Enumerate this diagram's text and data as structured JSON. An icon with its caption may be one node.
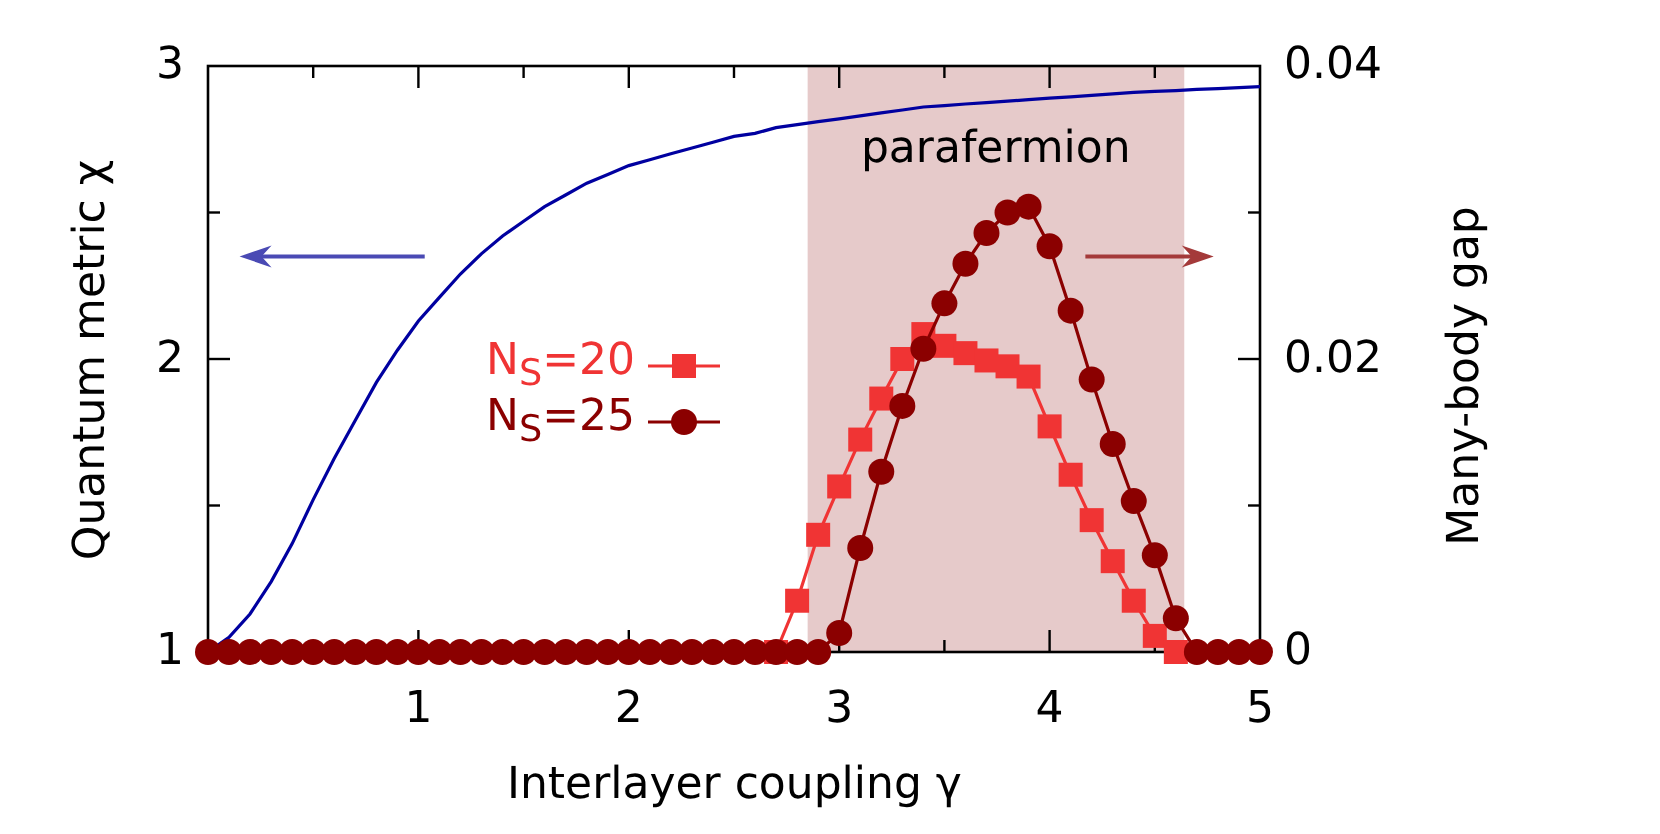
{
  "diagram": {
    "chart_data": {
      "type": "line",
      "xlabel": "Interlayer coupling γ",
      "ylabel": "Quantum metric χ",
      "y2label": "Many-body gap",
      "xlim": [
        0,
        5
      ],
      "ylim": [
        1,
        3
      ],
      "y2lim": [
        0,
        0.04
      ],
      "xticks": [
        1,
        2,
        3,
        4,
        5
      ],
      "yticks": [
        1,
        2,
        3
      ],
      "y2ticks": [
        0,
        0.02,
        0.04
      ],
      "x": [
        0,
        0.1,
        0.2,
        0.3,
        0.4,
        0.5,
        0.6,
        0.7,
        0.8,
        0.9,
        1,
        1.1,
        1.2,
        1.3,
        1.4,
        1.5,
        1.6,
        1.7,
        1.8,
        1.9,
        2,
        2.1,
        2.2,
        2.3,
        2.4,
        2.5,
        2.6,
        2.7,
        2.8,
        2.9,
        3,
        3.1,
        3.2,
        3.3,
        3.4,
        3.5,
        3.6,
        3.7,
        3.8,
        3.9,
        4,
        4.1,
        4.2,
        4.3,
        4.4,
        4.5,
        4.6,
        4.7,
        4.8,
        4.9,
        5
      ],
      "series": [
        {
          "color": "#0000a0",
          "marker": "none",
          "values": [
            1,
            1.05,
            1.13,
            1.24,
            1.37,
            1.52,
            1.66,
            1.79,
            1.92,
            2.03,
            2.13,
            2.21,
            2.29,
            2.36,
            2.42,
            2.47,
            2.52,
            2.56,
            2.6,
            2.63,
            2.66,
            2.68,
            2.7,
            2.72,
            2.74,
            2.76,
            2.77,
            2.79,
            2.8,
            2.81,
            2.82,
            2.83,
            2.84,
            2.85,
            2.86,
            2.865,
            2.87,
            2.875,
            2.88,
            2.885,
            2.89,
            2.895,
            2.9,
            2.905,
            2.91,
            2.913,
            2.916,
            2.92,
            2.923,
            2.926,
            2.93
          ]
        },
        {
          "name": "N$_{S}$=20",
          "color": "#f03434",
          "axis": "y2",
          "marker": "square",
          "values": [
            null,
            null,
            null,
            null,
            null,
            null,
            null,
            null,
            null,
            null,
            null,
            null,
            null,
            null,
            null,
            null,
            null,
            null,
            null,
            null,
            null,
            null,
            null,
            null,
            null,
            null,
            null,
            0,
            0.0035,
            0.008,
            0.0113,
            0.0145,
            0.0173,
            0.02,
            0.0217,
            0.0209,
            0.0204,
            0.0199,
            0.0195,
            0.0188,
            0.0154,
            0.0121,
            0.009,
            0.0062,
            0.0035,
            0.0011,
            0,
            null,
            null,
            null,
            null
          ]
        },
        {
          "name": "N$_{S}$=25",
          "color": "#8b0000",
          "axis": "y2",
          "marker": "circle",
          "values": [
            0,
            0,
            0,
            0,
            0,
            0,
            0,
            0,
            0,
            0,
            0,
            0,
            0,
            0,
            0,
            0,
            0,
            0,
            0,
            0,
            0,
            0,
            0,
            0,
            0,
            0,
            0,
            0,
            0,
            0,
            0.0013,
            0.0071,
            0.0123,
            0.0168,
            0.0207,
            0.0238,
            0.0265,
            0.0286,
            0.03,
            0.0304,
            0.0277,
            0.0233,
            0.0186,
            0.0142,
            0.0103,
            0.0066,
            0.0023,
            0,
            0,
            0,
            0
          ]
        }
      ],
      "legend": true,
      "bands": [
        {
          "axis": "x",
          "from": 2.85,
          "to": 4.64,
          "label": "parafermion",
          "color": "#e6caca"
        }
      ]
    }
  }
}
